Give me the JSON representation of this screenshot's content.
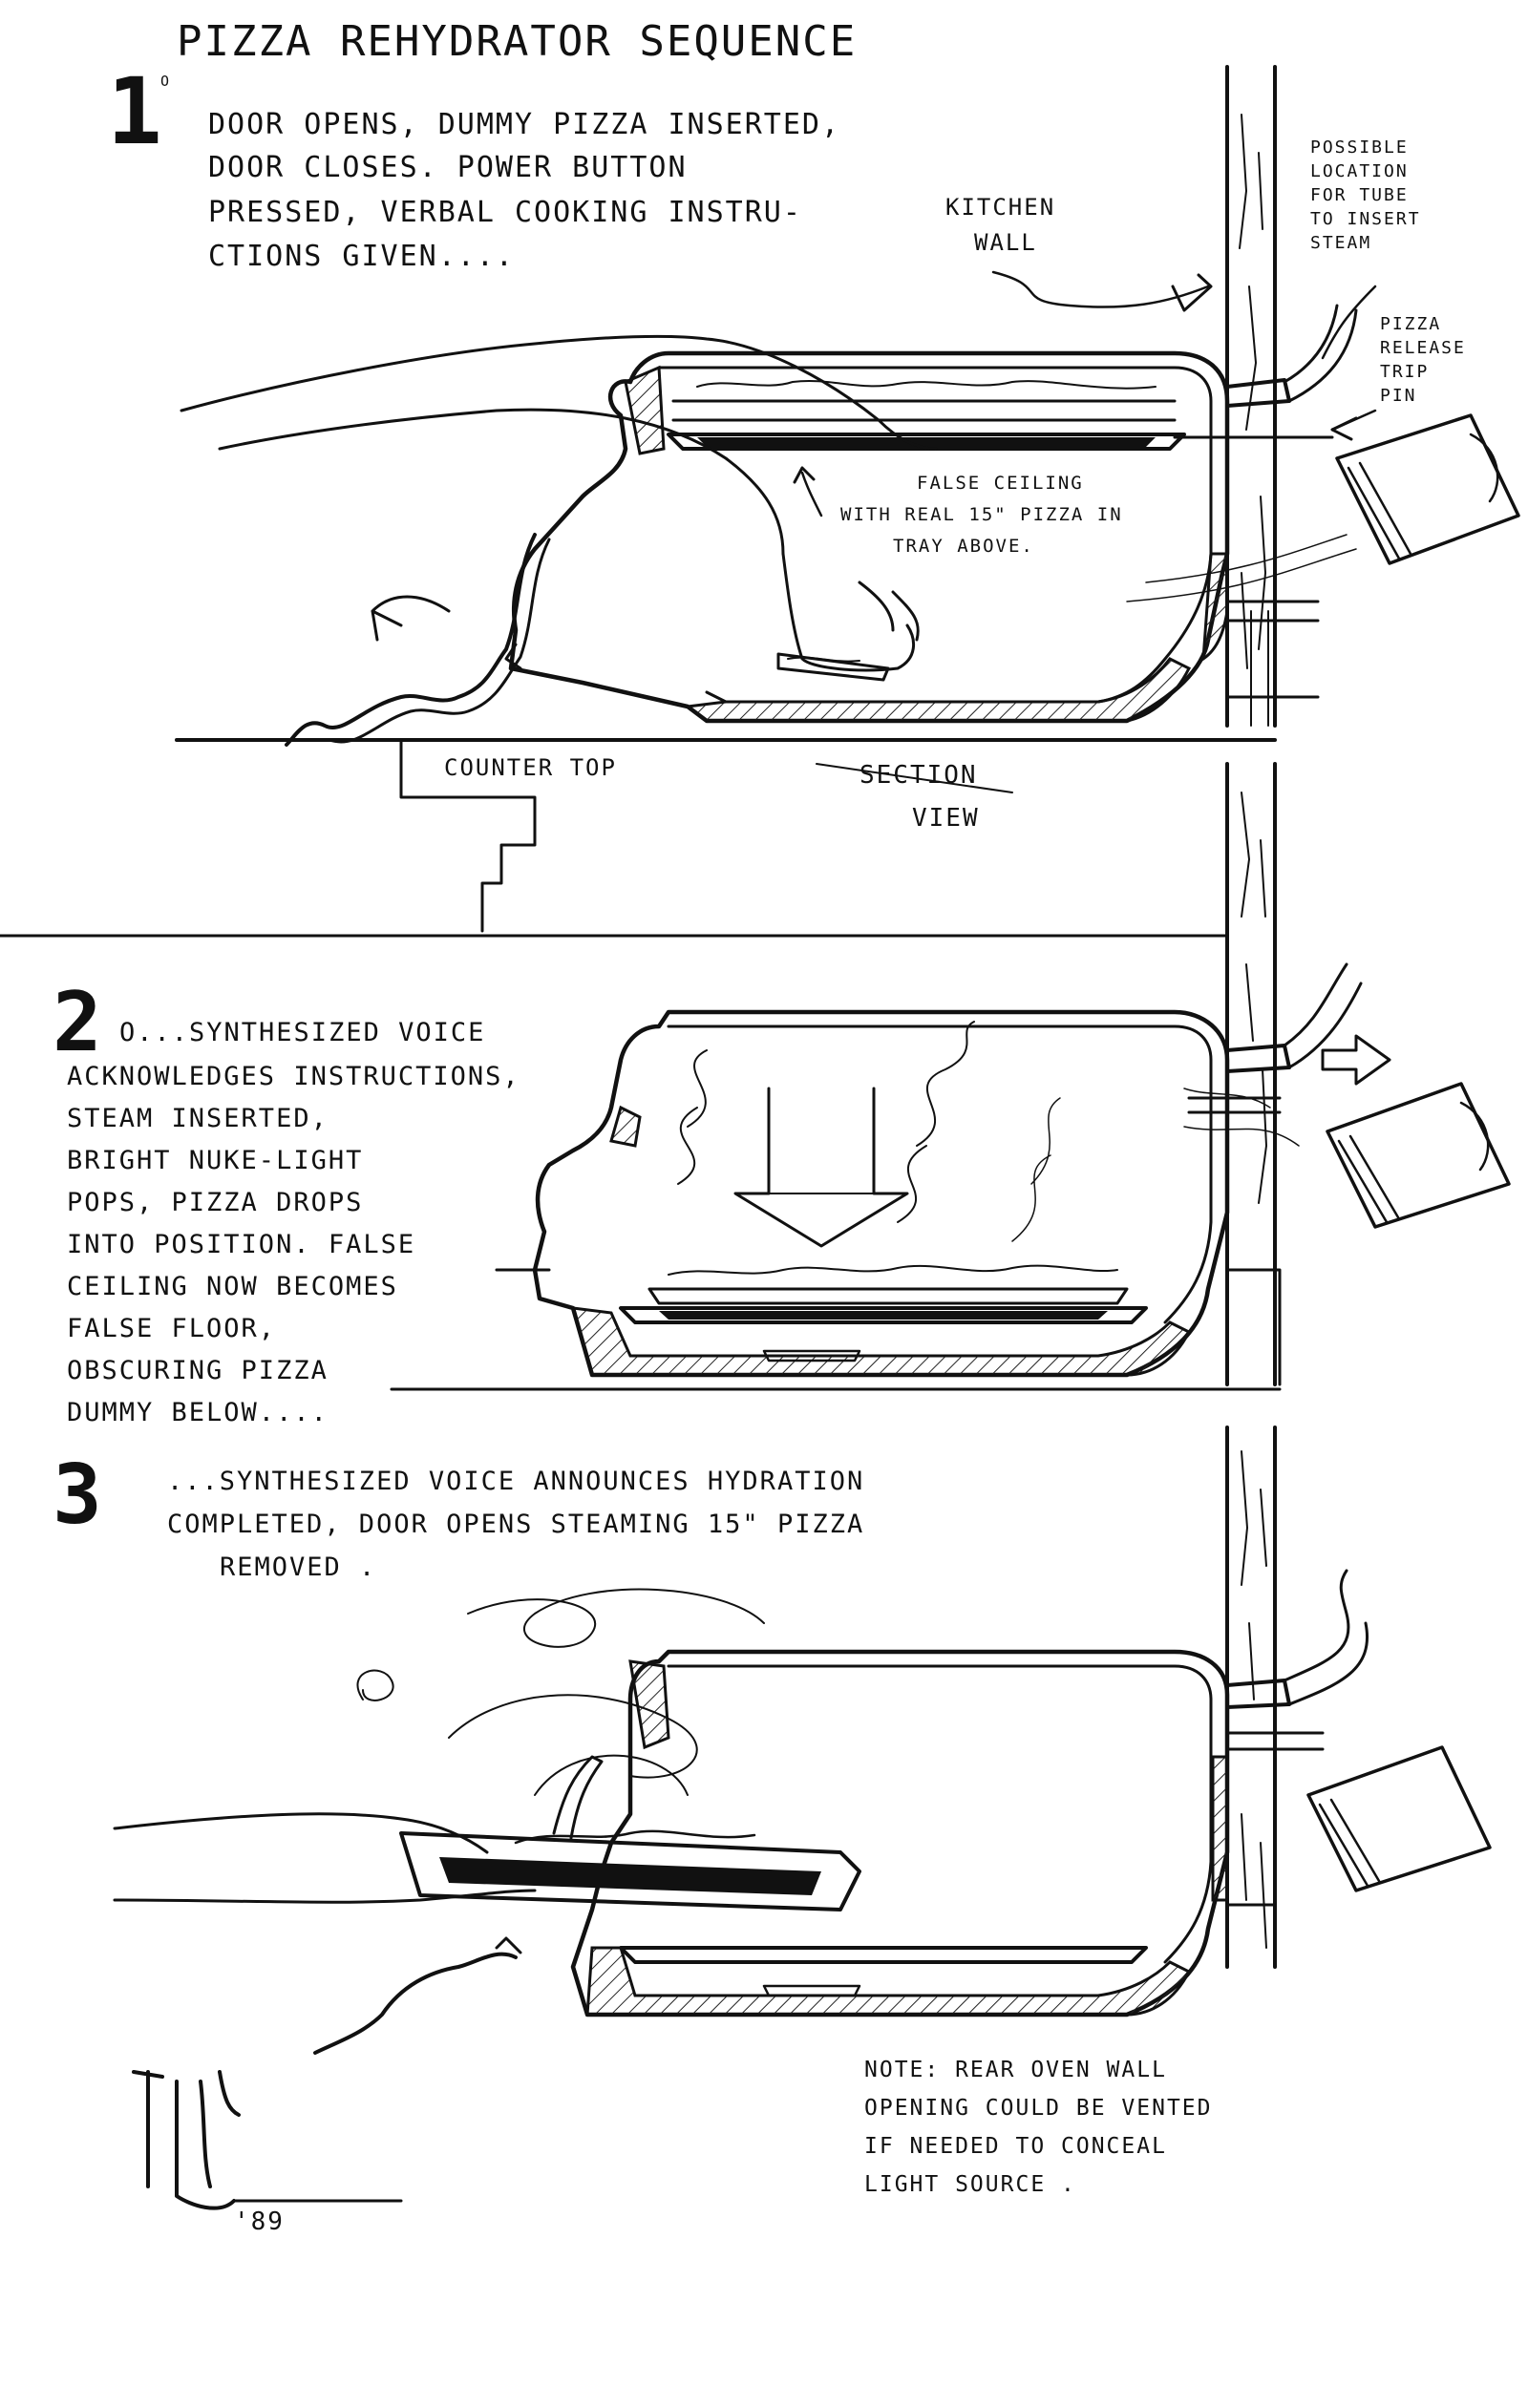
{
  "title": "Pizza Rehydrator Sequence",
  "steps": [
    {
      "number": "1",
      "text_lines": [
        "Door opens, dummy pizza inserted,",
        "door closes. Power button",
        "pressed, verbal cooking instru-",
        "ctions given...."
      ]
    },
    {
      "number": "2",
      "text_lines": [
        "o...Synthesized voice",
        "acknowledges instructions,",
        "steam inserted,",
        "bright nuke-light",
        "pops, pizza drops",
        "into position. False",
        "ceiling now becomes",
        "false floor,",
        "obscuring pizza",
        "dummy below...."
      ]
    },
    {
      "number": "3",
      "text_lines": [
        "...Synthesized voice announces hydration",
        "completed, door opens steaming 15\" pizza",
        "removed ."
      ]
    }
  ],
  "labels": {
    "kitchen_wall": [
      "Kitchen",
      "wall"
    ],
    "tube_location": [
      "Possible",
      "location",
      "for tube",
      "to insert",
      "steam"
    ],
    "release_pin": [
      "Pizza",
      "release",
      "trip",
      "pin"
    ],
    "false_ceiling": [
      "False ceiling",
      "with real 15\" pizza in",
      "tray above."
    ],
    "counter_top": "Counter top",
    "section_view": [
      "Section",
      "view"
    ]
  },
  "note": [
    "Note: rear oven wall",
    "opening could be vented",
    "if needed to conceal",
    "light source ."
  ],
  "signature": "'89"
}
